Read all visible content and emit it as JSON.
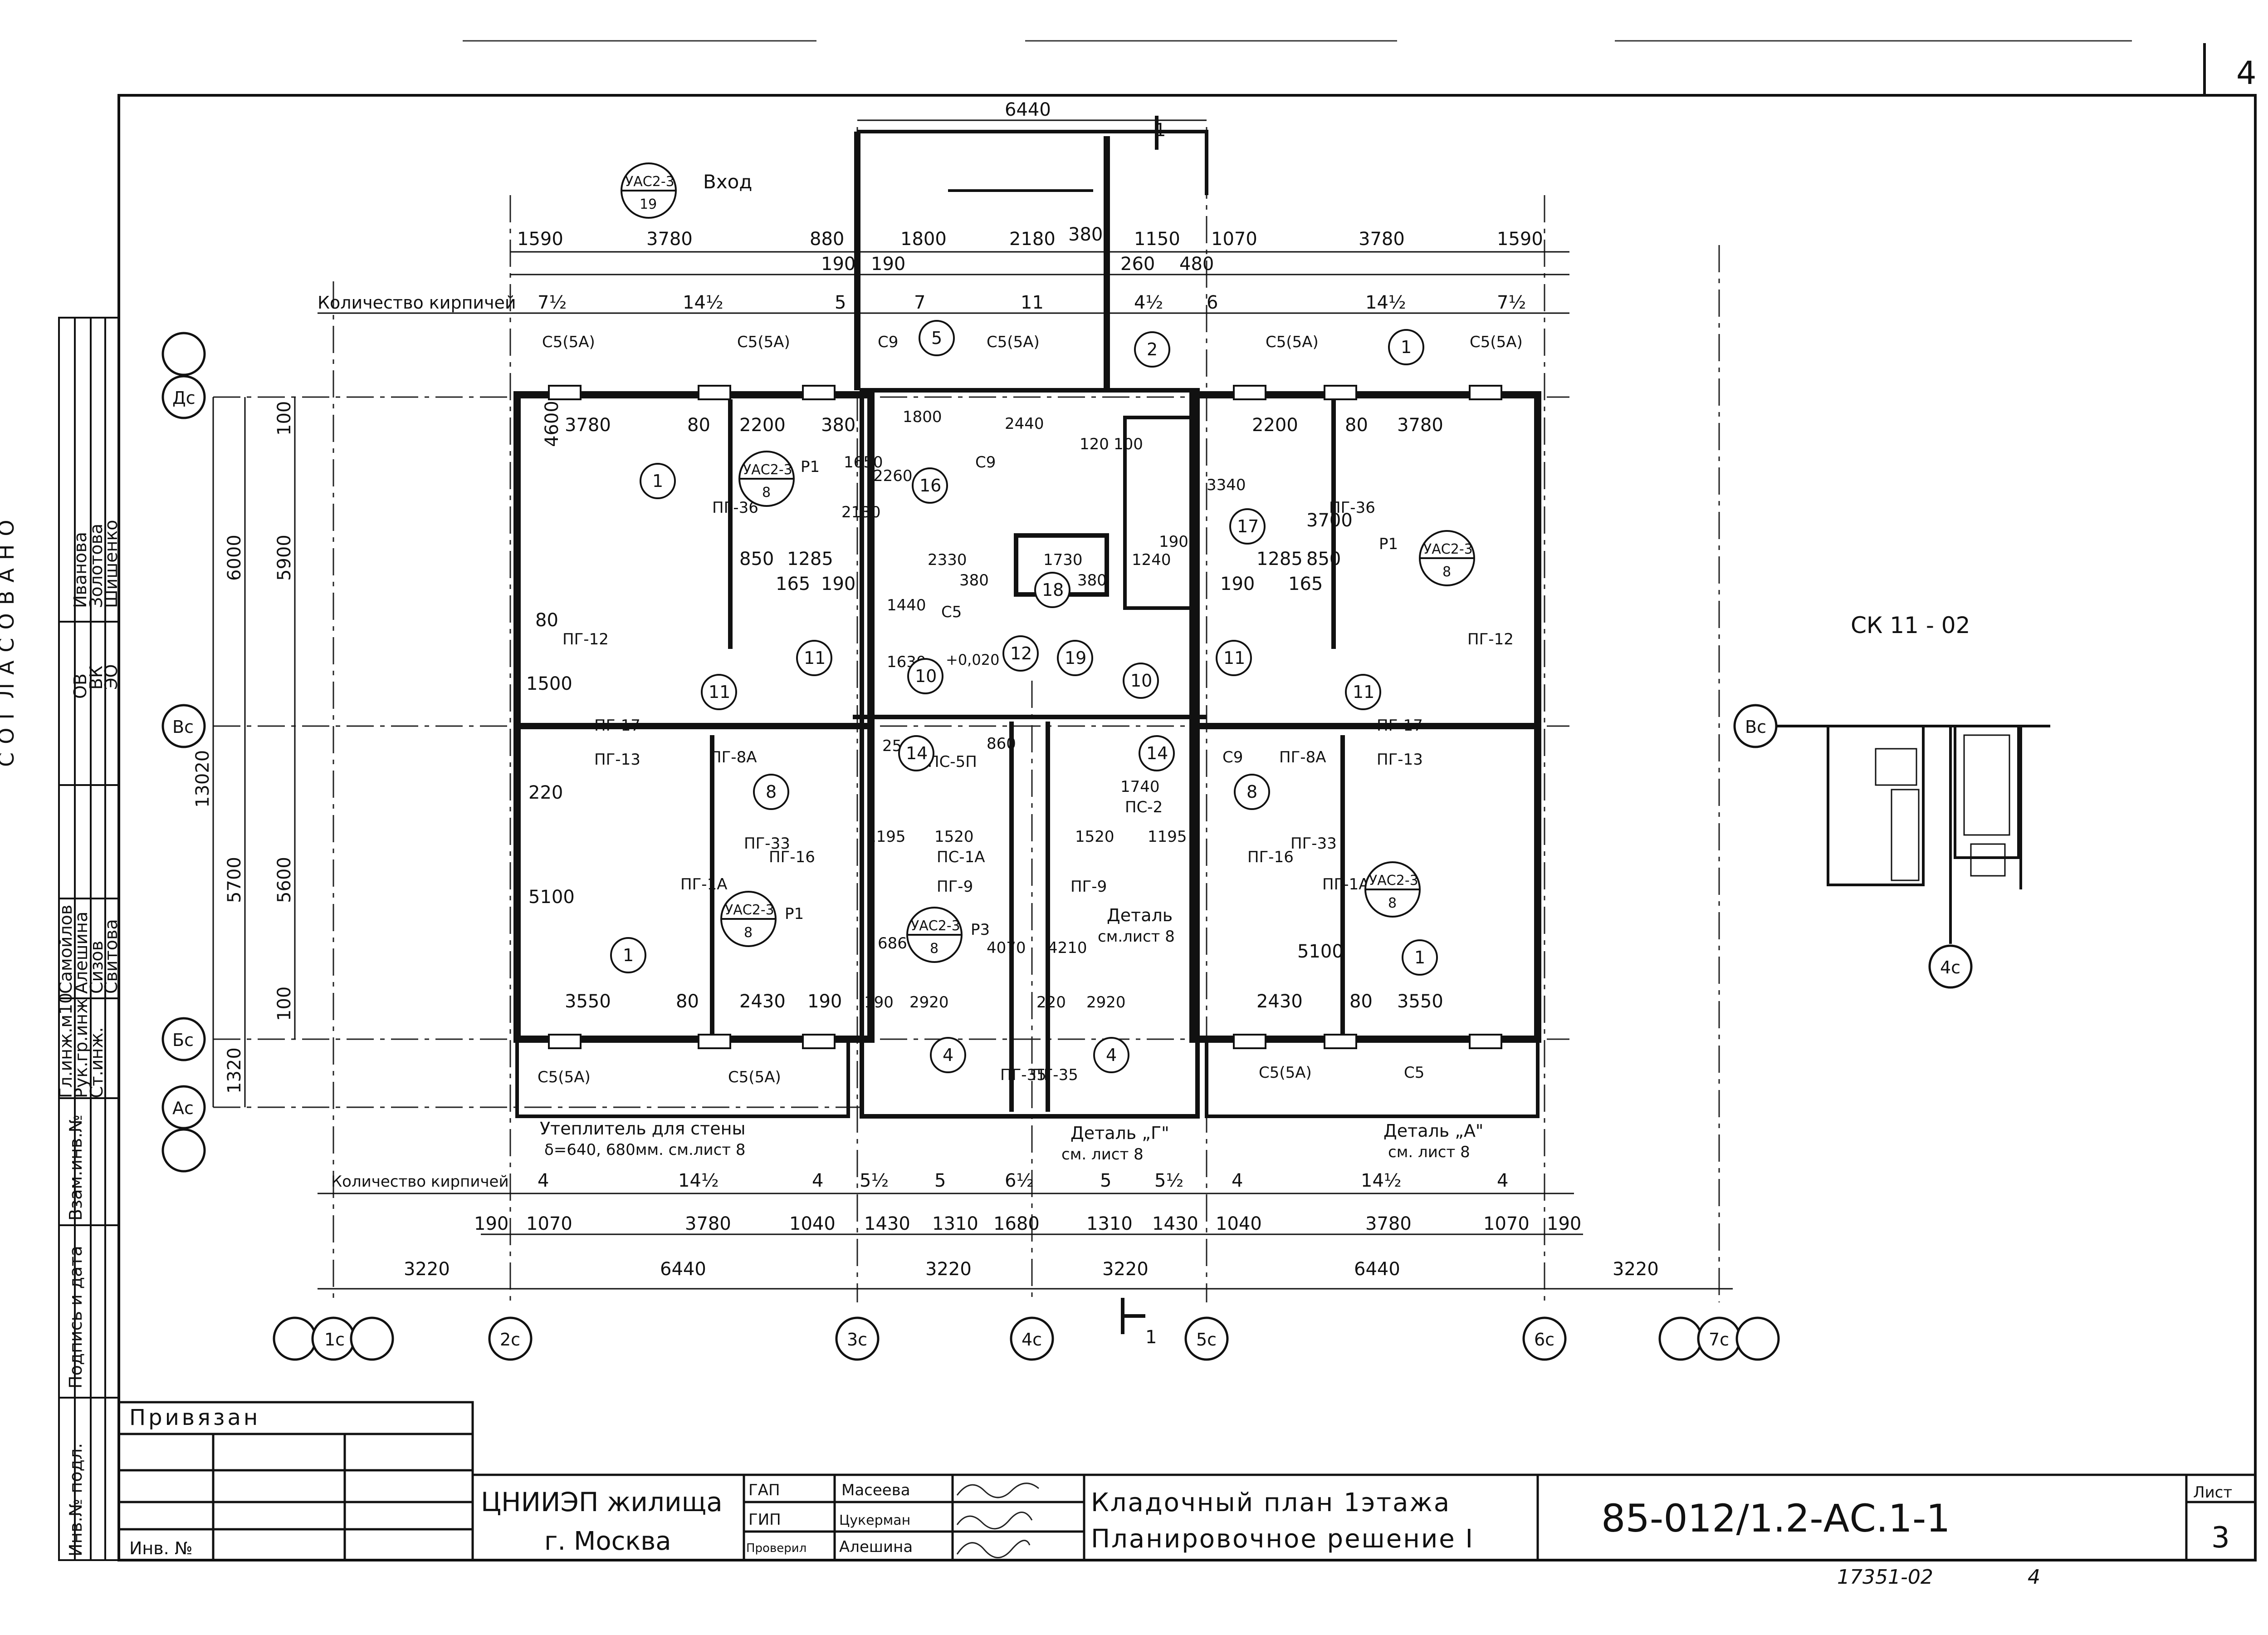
{
  "sheet_corner_number": "4",
  "sheet_small_number": "3",
  "sheet_label": "Лист",
  "doc_code": "85-012/1.2-АС.1-1",
  "title_line1": "Кладочный план 1этажа",
  "title_line2": "Планировочное решение I",
  "org_line1": "ЦНИИЭП жилища",
  "org_line2": "г. Москва",
  "bound_label": "Привязан",
  "inv_label": "Инв. №",
  "archive_number": "17351-02",
  "archive_page": "4",
  "stamp": [
    {
      "role": "ГАП",
      "name": "Масеева"
    },
    {
      "role": "ГИП",
      "name": "Цукерман"
    },
    {
      "role": "Проверил",
      "name": "Алешина"
    }
  ],
  "left_margin": {
    "agreed_title": "СОГЛАСОВАНО",
    "agreed_rows": [
      {
        "dept": "ОВ",
        "name": "Иванова"
      },
      {
        "dept": "ВК",
        "name": "Золотова"
      },
      {
        "dept": "ЭО",
        "name": "Шишенко"
      }
    ],
    "signers": [
      {
        "role": "Гл.инж.м10",
        "name": "Самойлов"
      },
      {
        "role": "Рук.гр.инж",
        "name": "Алешина"
      },
      {
        "role": "Ст.инж.",
        "name": "Сизов"
      },
      {
        "role": "",
        "name": "Свитова"
      }
    ],
    "stub_labels": [
      "Взам.инв.№",
      "Подпись и дата",
      "Инв.№ подл."
    ]
  },
  "axes": {
    "vertical": [
      "1с",
      "2с",
      "3с",
      "4с",
      "5с",
      "6с",
      "7с"
    ],
    "horizontal": [
      "Дс",
      "Вс",
      "Бс",
      "Ас"
    ],
    "unit_axes": [
      "Вс",
      "4с"
    ]
  },
  "top_dims": {
    "overall": "6440",
    "row1": [
      "1590",
      "3780",
      "880",
      "1800",
      "2180",
      "380",
      "1150",
      "1070",
      "3780",
      "1590"
    ],
    "row1b": [
      "190",
      "190",
      "260",
      "480"
    ],
    "bricks_label": "Количество кирпичей",
    "bricks": [
      "7½",
      "14½",
      "5",
      "7",
      "11",
      "4½",
      "6",
      "14½",
      "7½"
    ]
  },
  "bottom_dims": {
    "bricks_label": "Количество кирпичей",
    "bricks": [
      "4",
      "14½",
      "4",
      "5½",
      "5",
      "6½",
      "5",
      "5½",
      "4",
      "14½",
      "4"
    ],
    "row1": [
      "190",
      "1070",
      "3780",
      "1040",
      "1430",
      "1310",
      "1680",
      "1310",
      "1430",
      "1040",
      "3780",
      "1070",
      "190"
    ],
    "row2": [
      "6440",
      "3220",
      "3220",
      "6440"
    ],
    "row3": [
      "3220",
      "3220"
    ]
  },
  "left_dims": {
    "total": "13020",
    "major": [
      "6000",
      "5700",
      "1320"
    ],
    "minor": [
      "100",
      "5900",
      "5600",
      "100"
    ]
  },
  "room_dims_left": [
    "3780",
    "80",
    "2200",
    "380",
    "4600",
    "850",
    "1285",
    "165",
    "190",
    "80",
    "1500",
    "220",
    "5100",
    "3550",
    "80",
    "2430",
    "190"
  ],
  "room_dims_right": [
    "2200",
    "80",
    "3780",
    "3700",
    "1285",
    "850",
    "190",
    "165",
    "5100",
    "2430",
    "80",
    "3550"
  ],
  "room_dims_center": [
    "1800",
    "2440",
    "2260",
    "2130",
    "1650",
    "2330",
    "1730",
    "380",
    "380",
    "1440",
    "1630",
    "3340",
    "1240",
    "190",
    "120",
    "100",
    "250",
    "860",
    "1520",
    "1520",
    "1195",
    "1195",
    "6860",
    "4070",
    "4210",
    "1740",
    "2920",
    "2920",
    "190",
    "220"
  ],
  "marks": [
    "С5(5А)",
    "С5(5А)",
    "С9",
    "С5(5А)",
    "С5(5А)",
    "С5(5А)",
    "С5(5А)",
    "С5(5А)",
    "С5(5А)",
    "С5",
    "С5",
    "С9",
    "С9",
    "ПГ-12",
    "ПГ-12",
    "ПГ-17",
    "ПГ-17",
    "ПГ-13",
    "ПГ-13",
    "ПГ-8А",
    "ПГ-8А",
    "ПГ-36",
    "ПГ-36",
    "ПГ-1А",
    "ПГ-1А",
    "ПГ-33",
    "ПГ-33",
    "ПГ-16",
    "ПГ-16",
    "ПС-5П",
    "ПС-2",
    "ПС-1А",
    "ПГ-9",
    "ПГ-9",
    "ПГ-35",
    "ПГ-35",
    "Р1",
    "Р1",
    "Р1",
    "Р3"
  ],
  "callouts": [
    "1",
    "1",
    "1",
    "1",
    "2",
    "4",
    "4",
    "5",
    "8",
    "8",
    "10",
    "10",
    "11",
    "11",
    "11",
    "11",
    "12",
    "14",
    "14",
    "16",
    "17",
    "18",
    "19"
  ],
  "unit_refs": [
    {
      "code": "УАС2-3",
      "num": "19"
    },
    {
      "code": "УАС2-3",
      "num": "8"
    },
    {
      "code": "УАС2-3",
      "num": "8"
    },
    {
      "code": "УАС2-3",
      "num": "8"
    },
    {
      "code": "УАС2-3",
      "num": "8"
    },
    {
      "code": "УАС2-3",
      "num": "8"
    }
  ],
  "notes": {
    "entrance": "Вход",
    "insulation_1": "Утеплитель для стены",
    "insulation_2": "δ=640, 680мм. см.лист 8",
    "detail_a_1": "Деталь „А\"",
    "detail_a_2": "см. лист 8",
    "detail_g_1": "Деталь „Г\"",
    "detail_g_2": "см. лист 8",
    "detail_c_1": "Деталь",
    "detail_c_2": "см.лист 8",
    "plus_mark": "+0,020",
    "section_label": "1",
    "section_label_bottom": "1",
    "sk_label": "СК 11 - 02"
  }
}
